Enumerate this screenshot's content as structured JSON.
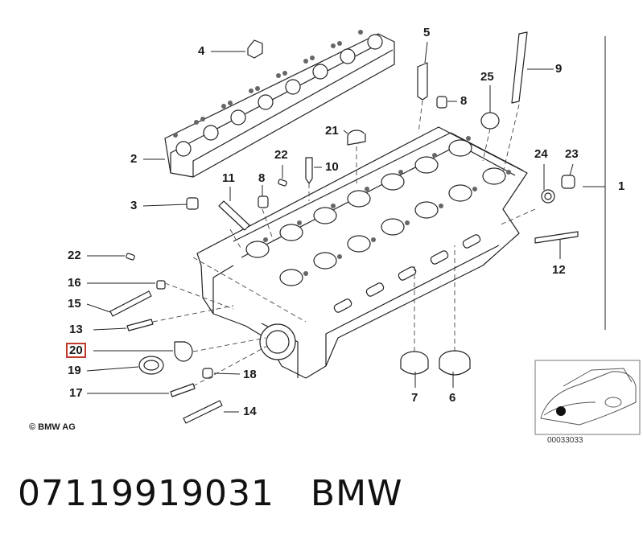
{
  "copyright": "© BMW AG",
  "inset_id": "00033033",
  "caption": {
    "part_number": "07119919031",
    "brand": "BMW"
  },
  "callouts": {
    "c1": "1",
    "c2": "2",
    "c3": "3",
    "c4": "4",
    "c5": "5",
    "c6": "6",
    "c7": "7",
    "c8a": "8",
    "c8b": "8",
    "c9": "9",
    "c10": "10",
    "c11": "11",
    "c12": "12",
    "c13": "13",
    "c14": "14",
    "c15": "15",
    "c16": "16",
    "c17": "17",
    "c18": "18",
    "c19": "19",
    "c20": "20",
    "c21": "21",
    "c22a": "22",
    "c22b": "22",
    "c23": "23",
    "c24": "24",
    "c25": "25"
  },
  "highlight": {
    "callout": "20",
    "color": "#c0392b"
  }
}
